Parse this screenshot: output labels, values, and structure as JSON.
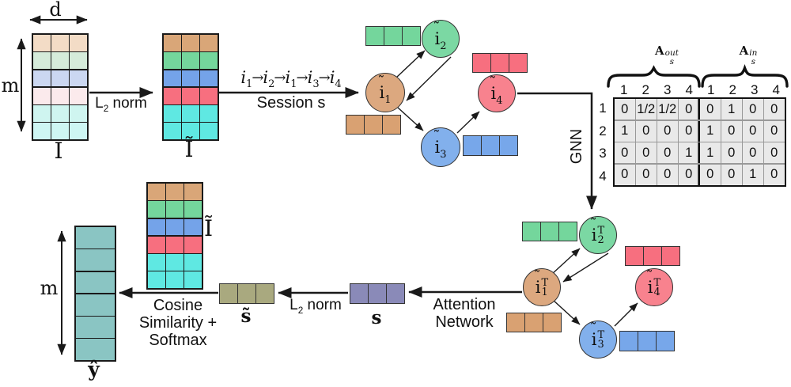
{
  "matrices": {
    "I": {
      "cols": 3,
      "row_colors": [
        "#F3DCC6",
        "#D5EBDA",
        "#CBD7F1",
        "#FBEAEC",
        "#CFF5F0",
        "#CEF6F3"
      ]
    },
    "I_tilde_top": {
      "cols": 3,
      "row_colors": [
        "#D9A678",
        "#74D69C",
        "#74A3E9",
        "#F76F7F",
        "#5FE8E2",
        "#5FE8E2"
      ]
    },
    "I_tilde_bottom": {
      "cols": 3,
      "row_colors": [
        "#D9A678",
        "#74D69C",
        "#74A3E9",
        "#F76F7F",
        "#5FE8E2",
        "#5FE8E2"
      ]
    },
    "y_hat": {
      "cols": 1,
      "row_colors": [
        "#8AC5C3",
        "#8AC5C3",
        "#8AC5C3",
        "#8AC5C3",
        "#8AC5C3",
        "#8AC5C3"
      ]
    }
  },
  "vectors": {
    "green_top": {
      "cells": 3,
      "color": "#74D69C"
    },
    "tan_top": {
      "cells": 3,
      "color": "#D9A172"
    },
    "red_top": {
      "cells": 3,
      "color": "#F76F7F"
    },
    "blue_top": {
      "cells": 3,
      "color": "#77A7EA"
    },
    "green_bottom": {
      "cells": 3,
      "color": "#74D69C"
    },
    "red_bottom": {
      "cells": 3,
      "color": "#F76F7F"
    },
    "tan_bottom": {
      "cells": 3,
      "color": "#D9A172"
    },
    "blue_bottom": {
      "cells": 3,
      "color": "#77A7EA"
    },
    "s": {
      "cells": 3,
      "color": "#8A8AB8"
    },
    "s_tilde": {
      "cells": 3,
      "color": "#A9A97F"
    }
  },
  "labels": {
    "d": "d",
    "m_top": "m",
    "I": "I",
    "I_tilde_top": "Ĩ",
    "l2_top": {
      "base": "L",
      "sub": "2",
      "rest": " norm"
    },
    "session": {
      "base": "i",
      "arrow": "→",
      "items": [
        "1",
        "2",
        "1",
        "3",
        "4"
      ],
      "caption": "Session s"
    },
    "gnn": "GNN",
    "attention": {
      "line1": "Attention",
      "line2": "Network"
    },
    "l2_bottom": {
      "base": "L",
      "sub": "2",
      "rest": " norm"
    },
    "s": "s",
    "s_tilde": "s̃",
    "cosine": {
      "line1": "Cosine",
      "line2": "Similarity +",
      "line3": "Softmax"
    },
    "I_tilde_bottom": "Ĩ",
    "y_hat": "ŷ",
    "m_bottom": "m"
  },
  "graph_session": {
    "nodes": [
      {
        "accent": "˜",
        "base": "i",
        "sub": "1",
        "color": "#DCA87F"
      },
      {
        "accent": "˜",
        "base": "i",
        "sub": "2",
        "color": "#7BD8A3"
      },
      {
        "accent": "˜",
        "base": "i",
        "sub": "3",
        "color": "#82B0EC"
      },
      {
        "accent": "˜",
        "base": "i",
        "sub": "4",
        "color": "#F8828E"
      }
    ]
  },
  "graph_gnn": {
    "nodes": [
      {
        "accent": "˜",
        "base": "i",
        "sup": "T",
        "sub": "1",
        "color": "#DCA87F"
      },
      {
        "accent": "˜",
        "base": "i",
        "sup": "T",
        "sub": "2",
        "color": "#7BD8A3"
      },
      {
        "accent": "˜",
        "base": "i",
        "sup": "T",
        "sub": "3",
        "color": "#82B0EC"
      },
      {
        "accent": "˜",
        "base": "i",
        "sup": "T",
        "sub": "4",
        "color": "#F8828E"
      }
    ]
  },
  "adjacency": {
    "out_label": {
      "base": "A",
      "sub": "s",
      "sup": "out"
    },
    "in_label": {
      "base": "A",
      "sub": "s",
      "sup": "in"
    },
    "col_headers": [
      "1",
      "2",
      "3",
      "4",
      "1",
      "2",
      "3",
      "4"
    ],
    "row_labels": [
      "1",
      "2",
      "3",
      "4"
    ],
    "rows": [
      [
        "0",
        "1/2",
        "1/2",
        "0",
        "0",
        "1",
        "0",
        "0"
      ],
      [
        "1",
        "0",
        "0",
        "0",
        "1",
        "0",
        "0",
        "0"
      ],
      [
        "0",
        "0",
        "0",
        "1",
        "1",
        "0",
        "0",
        "0"
      ],
      [
        "0",
        "0",
        "0",
        "0",
        "0",
        "0",
        "1",
        "0"
      ]
    ]
  }
}
